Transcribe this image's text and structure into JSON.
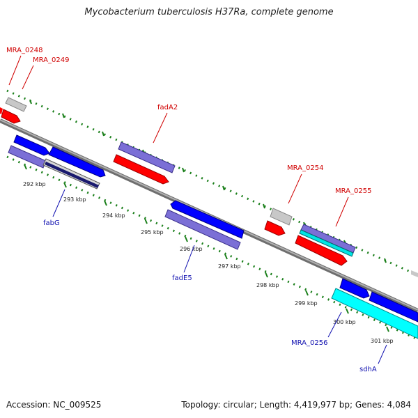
{
  "title": "Mycobacterium tuberculosis H37Ra, complete genome",
  "footer": {
    "accession": "Accession: NC_009525",
    "summary": "Topology: circular; Length: 4,419,977 bp; Genes: 4,084"
  },
  "colors": {
    "backbone": "#8c8c8c",
    "tick": "#1a7f1a",
    "forward_gene": "#ff0000",
    "reverse_gene": "#0000ff",
    "grey_feature": "#c8c8c8",
    "purple_feature": "#7b6fd6",
    "cyan_feature": "#00ffff",
    "label_red": "#d00000",
    "label_blue": "#1010b0"
  },
  "scale_labels": [
    "292 kbp",
    "293 kbp",
    "294 kbp",
    "295 kbp",
    "296 kbp",
    "297 kbp",
    "298 kbp",
    "299 kbp",
    "300 kbp",
    "301 kbp"
  ],
  "labels": {
    "MRA_0248": "MRA_0248",
    "MRA_0249": "MRA_0249",
    "fadA2": "fadA2",
    "MRA_0254": "MRA_0254",
    "MRA_0255": "MRA_0255",
    "fabG": "fabG",
    "fadE5": "fadE5",
    "MRA_0256": "MRA_0256",
    "sdhA": "sdhA"
  }
}
